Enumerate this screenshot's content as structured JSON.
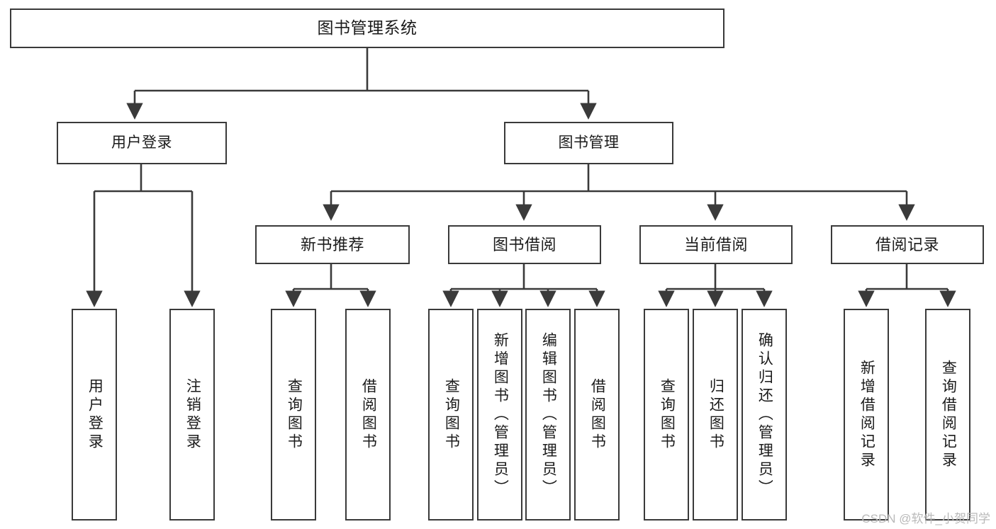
{
  "diagram": {
    "title": "图书管理系统",
    "type": "hierarchy-tree",
    "watermark": "CSDN @软件_小贺同学",
    "colors": {
      "box_border": "#3a3a3a",
      "box_fill": "#ffffff",
      "connector": "#3a3a3a",
      "text": "#1b1b1b",
      "watermark": "#b9b9b9",
      "background": "#ffffff"
    },
    "root": {
      "label": "图书管理系统"
    },
    "level1": [
      {
        "id": "user-login",
        "label": "用户登录"
      },
      {
        "id": "book-manage",
        "label": "图书管理"
      }
    ],
    "level2": [
      {
        "id": "new-book-recommend",
        "label": "新书推荐",
        "parent": "book-manage"
      },
      {
        "id": "book-borrow",
        "label": "图书借阅",
        "parent": "book-manage"
      },
      {
        "id": "current-borrow",
        "label": "当前借阅",
        "parent": "book-manage"
      },
      {
        "id": "borrow-record",
        "label": "借阅记录",
        "parent": "book-manage"
      }
    ],
    "leaves": [
      {
        "id": "leaf-user-login",
        "label": "用户登录",
        "parent": "user-login"
      },
      {
        "id": "leaf-logout-login",
        "label": "注销登录",
        "parent": "user-login"
      },
      {
        "id": "leaf-query-book-1",
        "label": "查询图书",
        "parent": "new-book-recommend"
      },
      {
        "id": "leaf-borrow-book-1",
        "label": "借阅图书",
        "parent": "new-book-recommend"
      },
      {
        "id": "leaf-query-book-2",
        "label": "查询图书",
        "parent": "book-borrow"
      },
      {
        "id": "leaf-add-book",
        "label": "新增图书（管理员）",
        "parent": "book-borrow"
      },
      {
        "id": "leaf-edit-book",
        "label": "编辑图书（管理员）",
        "parent": "book-borrow"
      },
      {
        "id": "leaf-borrow-book-2",
        "label": "借阅图书",
        "parent": "book-borrow"
      },
      {
        "id": "leaf-query-book-3",
        "label": "查询图书",
        "parent": "current-borrow"
      },
      {
        "id": "leaf-return-book",
        "label": "归还图书",
        "parent": "current-borrow"
      },
      {
        "id": "leaf-confirm-return",
        "label": "确认归还（管理员）",
        "parent": "current-borrow"
      },
      {
        "id": "leaf-add-record",
        "label": "新增借阅记录",
        "parent": "borrow-record"
      },
      {
        "id": "leaf-query-record",
        "label": "查询借阅记录",
        "parent": "borrow-record"
      }
    ]
  }
}
